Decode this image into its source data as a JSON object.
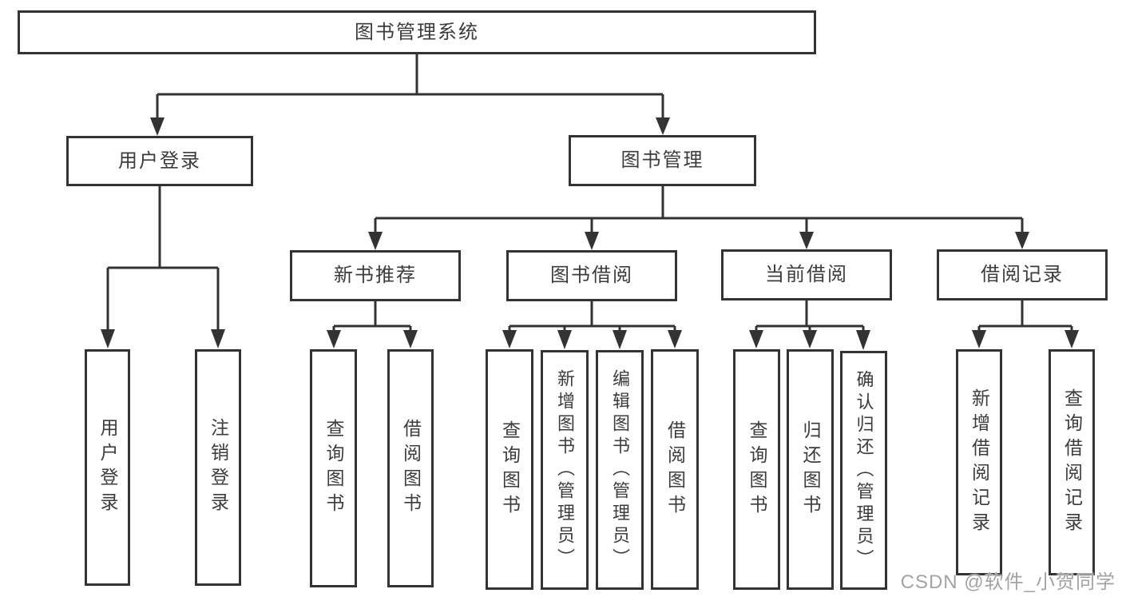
{
  "tree": {
    "root": {
      "label": "图书管理系统"
    },
    "branches": [
      {
        "label": "用户登录",
        "children": [
          {
            "label": "用户登录"
          },
          {
            "label": "注销登录"
          }
        ]
      },
      {
        "label": "图书管理",
        "children": [
          {
            "label": "新书推荐",
            "children": [
              {
                "label": "查询图书"
              },
              {
                "label": "借阅图书"
              }
            ]
          },
          {
            "label": "图书借阅",
            "children": [
              {
                "label": "查询图书"
              },
              {
                "label": "新增图书（管理员）"
              },
              {
                "label": "编辑图书（管理员）"
              },
              {
                "label": "借阅图书"
              }
            ]
          },
          {
            "label": "当前借阅",
            "children": [
              {
                "label": "查询图书"
              },
              {
                "label": "归还图书"
              },
              {
                "label": "确认归还（管理员）"
              }
            ]
          },
          {
            "label": "借阅记录",
            "children": [
              {
                "label": "新增借阅记录"
              },
              {
                "label": "查询借阅记录"
              }
            ]
          }
        ]
      }
    ]
  },
  "watermark": {
    "text": "CSDN @软件_小贺同学"
  },
  "colors": {
    "line": "#333333",
    "text": "#3c3c3c",
    "box_background": "#ffffff",
    "watermark_text": "#a3a3a3"
  }
}
